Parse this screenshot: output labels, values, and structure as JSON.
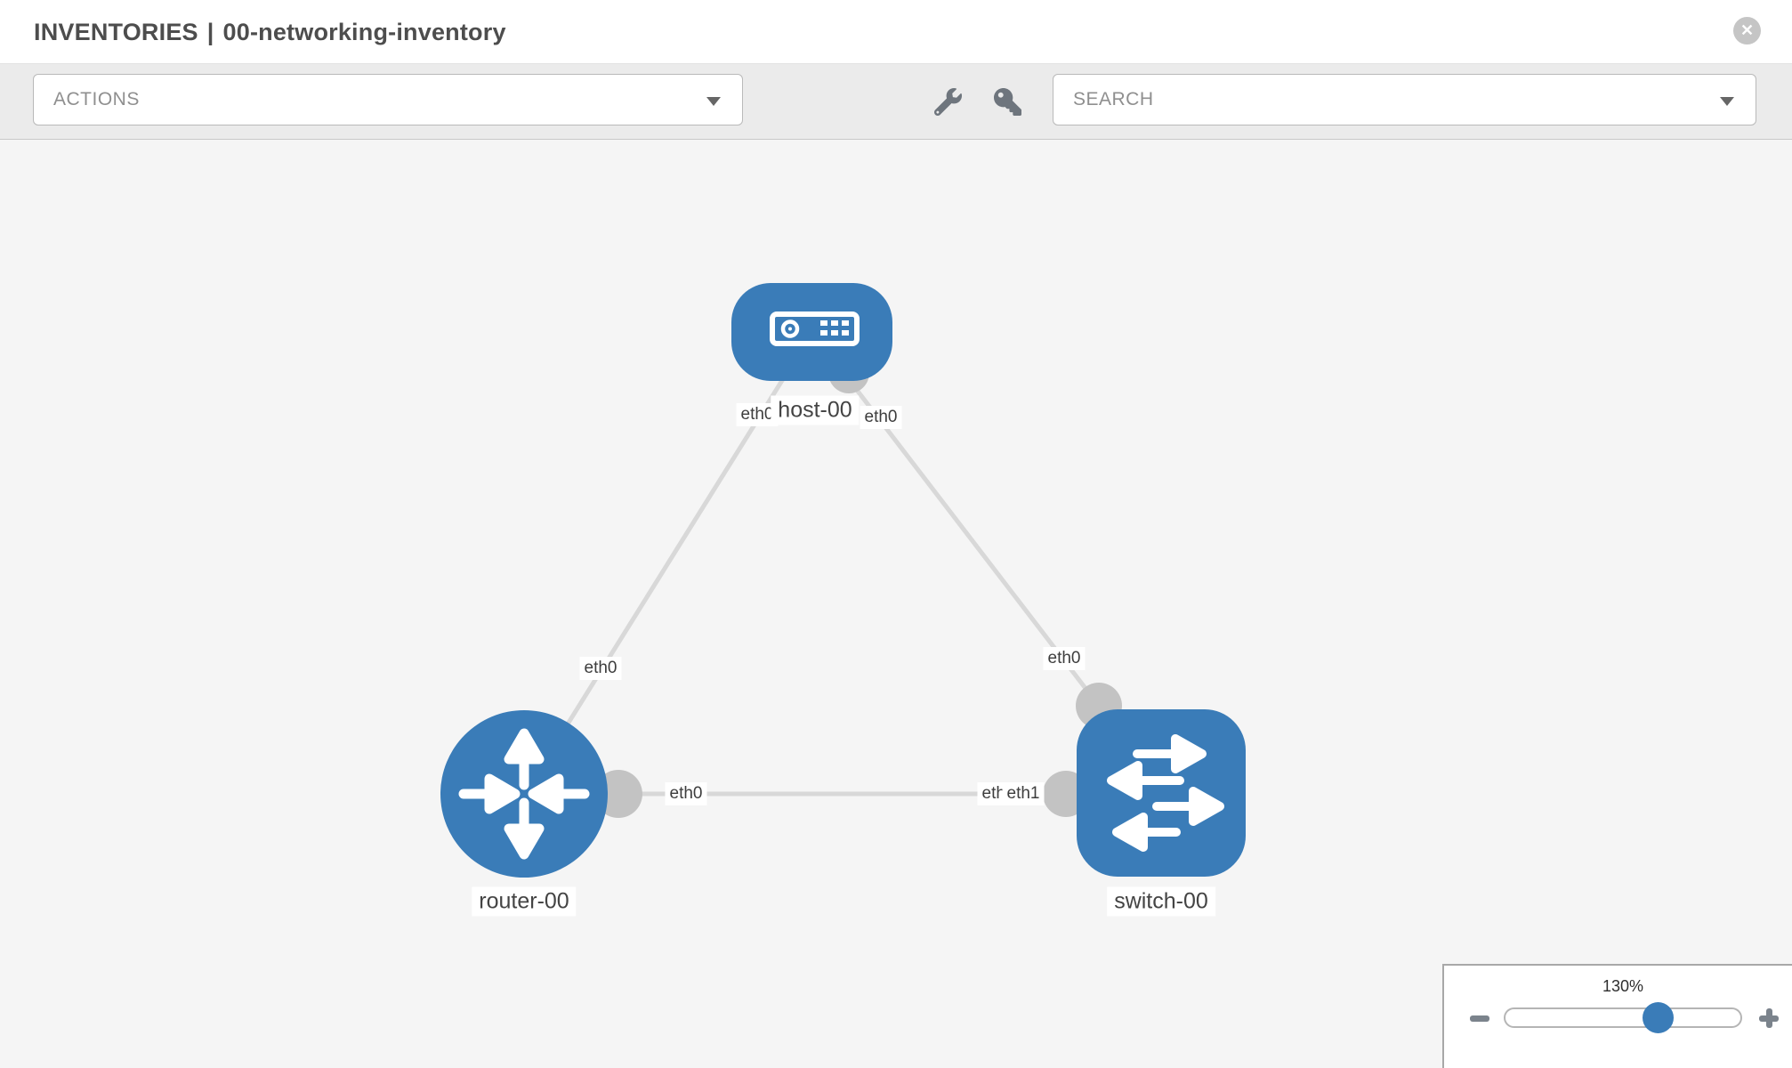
{
  "header": {
    "section": "INVENTORIES",
    "separator": "|",
    "inventory_name": "00-networking-inventory"
  },
  "toolbar": {
    "actions_label": "ACTIONS",
    "search_label": "SEARCH",
    "icons": [
      "wrench-icon",
      "key-icon"
    ]
  },
  "topology": {
    "nodes": [
      {
        "id": "host-00",
        "label": "host-00",
        "type": "host",
        "icon": "server-icon"
      },
      {
        "id": "router-00",
        "label": "router-00",
        "type": "router",
        "icon": "router-arrows-icon"
      },
      {
        "id": "switch-00",
        "label": "switch-00",
        "type": "switch",
        "icon": "switch-arrows-icon"
      }
    ],
    "links": [
      {
        "source": "host-00",
        "source_interface": "eth0",
        "target": "router-00",
        "target_interface": "eth0"
      },
      {
        "source": "host-00",
        "source_interface": "eth0",
        "target": "switch-00",
        "target_interface": "eth0"
      },
      {
        "source": "router-00",
        "source_interface": "eth0",
        "target": "switch-00",
        "target_interface": "eth1"
      }
    ],
    "overlap_label": "eth0"
  },
  "zoom_control": {
    "level": "130%",
    "percent": 130
  },
  "colors": {
    "accent_blue": "#3a7cb8",
    "link_gray": "#d8d8d8",
    "interface_dot_gray": "#c3c3c3",
    "canvas_bg": "#f5f5f5",
    "toolbar_bg": "#ebebeb",
    "icon_gray": "#6e757d",
    "close_gray": "#c5c5c5"
  }
}
